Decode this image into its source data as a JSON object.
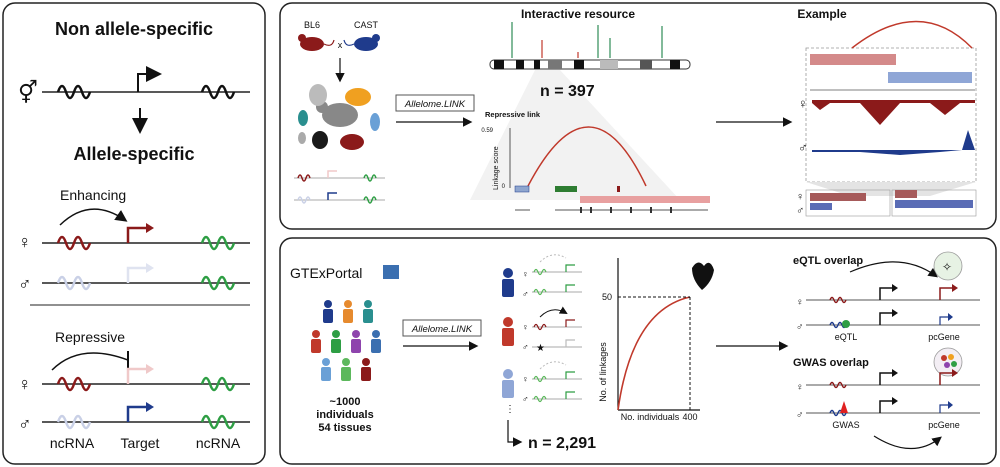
{
  "left_panel": {
    "title_top": "Non allele-specific",
    "title_mid": "Allele-specific",
    "enhancing_label": "Enhancing",
    "repressive_label": "Repressive",
    "bottom_labels": [
      "ncRNA",
      "Target",
      "ncRNA"
    ],
    "colors": {
      "maroon": "#8b1a1a",
      "green": "#2e9e44",
      "blue": "#1f3b8c",
      "light_blue": "#c9d0e6",
      "light_red": "#f0c9c9"
    }
  },
  "top_panel": {
    "mouse_left": "BL6",
    "mouse_right": "CAST",
    "cross": "x",
    "logo": "Allelome.LINK",
    "title": "Interactive resource",
    "n_label": "n = 397",
    "track_title": "Repressive link",
    "y_axis": "Linkage score",
    "y_tick": "0.59",
    "y_zero": "0",
    "example_title": "Example"
  },
  "bottom_panel": {
    "portal": "GTExPortal",
    "people_caption_1": "~1000",
    "people_caption_2": "individuals",
    "people_caption_3": "54 tissues",
    "logo": "Allelome.LINK",
    "n_label": "n = 2,291",
    "y_axis": "No. of linkages",
    "x_axis": "No. individuals",
    "y_mark": "50",
    "x_mark": "400",
    "eqtl_title": "eQTL overlap",
    "eqtl_label": "eQTL",
    "gene_label": "pcGene",
    "gwas_title": "GWAS overlap",
    "gwas_label": "GWAS",
    "gene_label2": "pcGene"
  }
}
